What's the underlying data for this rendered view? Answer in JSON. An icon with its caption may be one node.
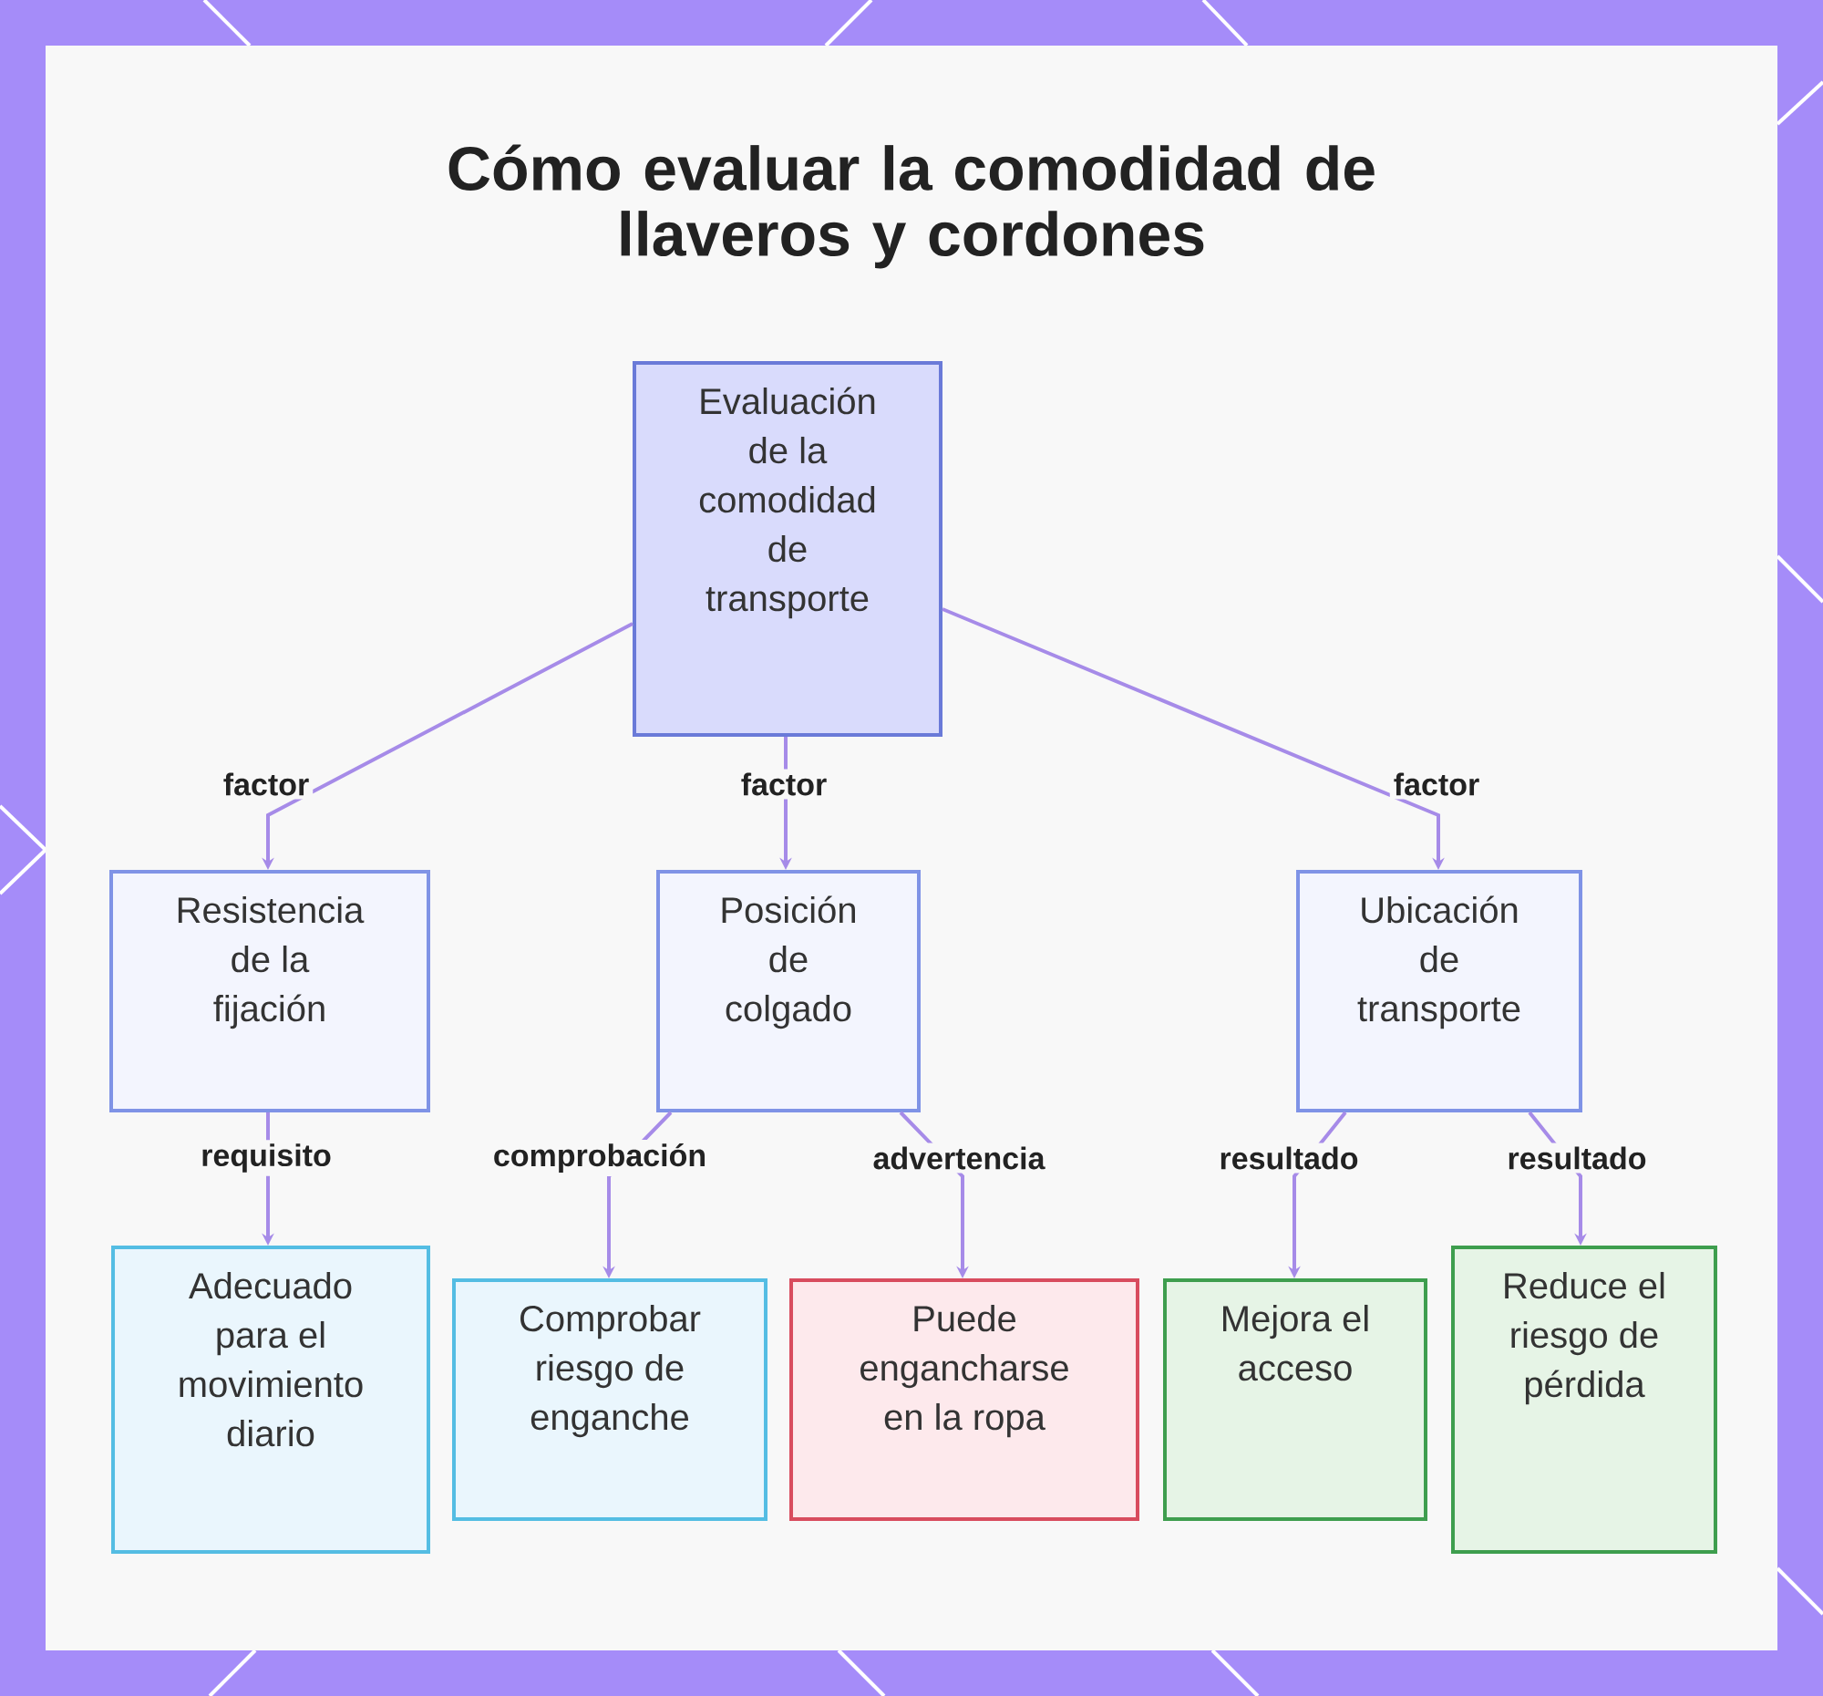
{
  "diagram": {
    "title": "Cómo evaluar la comodidad de llaveros y cordones",
    "nodes": [
      {
        "text": [
          "Evaluación de la comodidad de transporte"
        ]
      },
      {
        "text": [
          "Resistencia de la fijación"
        ]
      },
      {
        "text": [
          "Posición de colgado"
        ]
      },
      {
        "text": [
          "Ubicación de transporte"
        ]
      },
      {
        "text": [
          "Adecuado para el movimiento diario"
        ]
      },
      {
        "text": [
          "Comprobar riesgo de enganche"
        ]
      },
      {
        "text": [
          "Puede engancharse en la ropa"
        ]
      },
      {
        "text": [
          "Mejora el acceso"
        ]
      },
      {
        "text": [
          "Reduce el riesgo de pérdida"
        ]
      }
    ],
    "edges": [
      {
        "from": 0,
        "to": 1,
        "arrow": "to",
        "label": "factor"
      },
      {
        "from": 0,
        "to": 2,
        "arrow": "to",
        "label": "factor"
      },
      {
        "from": 0,
        "to": 3,
        "arrow": "to",
        "label": "factor"
      },
      {
        "from": 1,
        "to": 4,
        "arrow": "to",
        "label": "requisito"
      },
      {
        "from": 2,
        "to": 5,
        "arrow": "to",
        "label": "comprobación"
      },
      {
        "from": 2,
        "to": 6,
        "arrow": "to",
        "label": "advertencia"
      },
      {
        "from": 3,
        "to": 7,
        "arrow": "to",
        "label": "resultado"
      },
      {
        "from": 3,
        "to": 8,
        "arrow": "to",
        "label": "resultado"
      }
    ]
  }
}
